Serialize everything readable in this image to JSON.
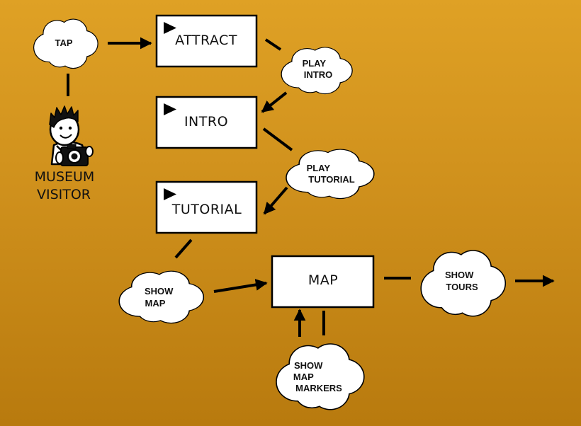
{
  "background_color": "#d69a22",
  "boxes": {
    "attract": "ATTRACT",
    "intro": "INTRO",
    "tutorial": "TUTORIAL",
    "map": "MAP"
  },
  "clouds": {
    "tap": [
      "TAP"
    ],
    "play_intro": [
      "PLAY",
      "INTRO"
    ],
    "play_tutorial": [
      "PLAY",
      "TUTORIAL"
    ],
    "show_map": [
      "SHOW",
      "MAP"
    ],
    "show_tours": [
      "SHOW",
      "TOURS"
    ],
    "show_map_markers": [
      "SHOW",
      "MAP",
      "MARKERS"
    ]
  },
  "visitor": {
    "line1": "MUSEUM",
    "line2": "VISITOR",
    "icon": "museum-visitor-icon"
  },
  "icons": {
    "play": "play-icon"
  }
}
